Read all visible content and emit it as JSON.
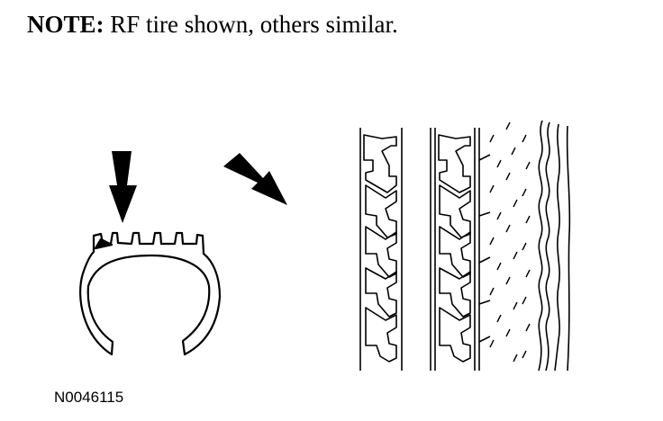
{
  "note": {
    "label": "NOTE:",
    "text": " RF tire shown, others similar."
  },
  "figure_code": "N0046115"
}
